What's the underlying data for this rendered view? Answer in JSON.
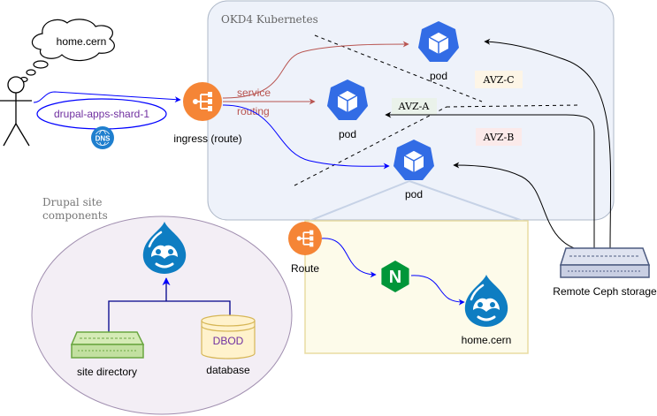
{
  "cloud": {
    "text": "home.cern"
  },
  "okd": {
    "title": "OKD4 Kubernetes"
  },
  "ingress": {
    "label": "ingress (route)",
    "service_text": "service",
    "routing_text": "routing"
  },
  "shard": {
    "label": "drupal-apps-shard-1",
    "dns_text": "DNS"
  },
  "pods": [
    {
      "label": "pod"
    },
    {
      "label": "pod"
    },
    {
      "label": "pod"
    }
  ],
  "zones": [
    {
      "label": "AVZ-C",
      "fill": "#fdf5e6"
    },
    {
      "label": "AVZ-A",
      "fill": "#eaf2ea"
    },
    {
      "label": "AVZ-B",
      "fill": "#fbeaea"
    }
  ],
  "storage": {
    "label": "Remote Ceph storage"
  },
  "drupal_site": {
    "title_line1": "Drupal site",
    "title_line2": "components",
    "site_dir_label": "site directory",
    "db_text": "DBOD",
    "db_label": "database"
  },
  "detail": {
    "route_label": "Route",
    "nginx_text": "N",
    "site_label": "home.cern"
  },
  "colors": {
    "kube_blue": "#326ce5",
    "ingress_orange": "#f58536",
    "nginx_green": "#009639",
    "drupal_blue": "#0e7dc2",
    "arrow_red": "#b85450",
    "arrow_blue": "#0000ff"
  }
}
